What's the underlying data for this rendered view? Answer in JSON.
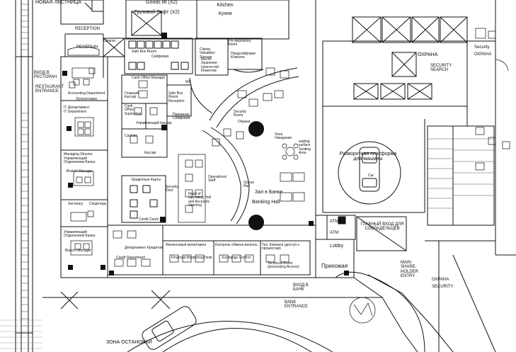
{
  "labels": {
    "new_stair": "НОВАЯ ЛЕСТНИЦА",
    "goods_lift_en": "Goods lift (X2)",
    "goods_lift_ru": "Грузовой Лифт (X2)",
    "kitchen_en": "Kitchen",
    "kitchen_ru": "Кухня",
    "reception_en": "RECEPTION",
    "reception_ru": "РЕСЕПШН",
    "cleaner": "Cleaner",
    "safe_box_room": "Safe Box Room",
    "safes_ru": "Сейфовая",
    "clients_valuables_en": "Clients Valuables Storage",
    "clients_valuables_ru": "Место Хранения Ценностей Клиентов",
    "pre_depository_en": "Pre-depository Room",
    "pre_depository_ru": "Предсейфовая Комната",
    "security_small_en": "Security",
    "security_small_ru": "Охрана",
    "security_top_en": "SECURITY",
    "security_top_ru": "ОХРАНА",
    "security_booth_ru": "ОХРАНА",
    "security_search_en": "SECURITY SEARCH",
    "entrance_restaurant_ru": "ВХОД В РЕСТОРАН",
    "entrance_restaurant_en": "RESTAURANT ENTRANCE",
    "accounting_en": "Accounting Department",
    "accounting_ru": "Бухгалтерия",
    "it_dept_ru": "IT Департамент",
    "it_dept_en": "IT Department",
    "managing_director_en": "Managing Director",
    "managing_director_ru": "Управляющий Отделением Банка",
    "branch_manager": "Branch Manager",
    "secretary_en": "Secretary",
    "secretary_ru": "Секретарь",
    "branch_manager_2_ru": "Управляющий Отделением Банка",
    "branch_manager_2_en": "Branch Manager",
    "cash_office_manager": "Cash Office Manager",
    "chief_cashier_ru": "Главный Кассир",
    "cash_office_supervisor": "Cash Office Supervisor",
    "supervising_cashier_ru": "Управляющий Кассир",
    "cashier_en": "Cashier",
    "cashier_ru": "Кассир",
    "safe_box_reception_en": "Safe Box Room Reception",
    "safe_box_reception_ru": "Приемная Сейфовой",
    "wc": "WC",
    "security_room_en": "Security Room",
    "security_room_ru": "Охрана",
    "waiting_zone_ru": "Зона Ожидания",
    "waiting_surface": "waiting surface Seating Area",
    "rotating_platform_ru": "Разворотная платформа для машины",
    "car": "Car",
    "credit_cards_ru": "Кредитные Карты",
    "credit_cards_en": "Credit Cards",
    "security_door_en": "Security Door",
    "operational_staff": "Operational Staff",
    "queue_rail": "Queue Rail",
    "head_of_lending": "Head of Operating Hall and Accounts Opening",
    "bank_hall_ru": "Зал в Банке",
    "banking_hall_en": "Banking Hall",
    "atm1": "ATM",
    "atm2": "ATM",
    "main_entrance_owners_ru": "ГЛАВНЫЙ ВХОД ДЛЯ СОВЛАДЕЛЬЦЕВ",
    "credit_dept_ru": "Департамент Кредитов",
    "credit_dept_en": "Credit Department",
    "fin_monitoring_ru": "Финансовый мониторинг",
    "fin_monitoring_en": "Financial Monitoring Desk",
    "exchange_control_ru": "Контроль обмена валюты",
    "exchange_control_en": "Exchange Control",
    "tech_room_ru": "Тех. Комната (доступ к процессам)",
    "tech_room_en": "Technical Room (processing Access)",
    "lobby_en": "Lobby",
    "lobby_ru": "Прихожая",
    "main_shareholder_entry": "MAIN SHARE-HOLDER ENTRY",
    "security_bottom_ru": "ОХРАНА",
    "security_bottom_en": "SECURITY",
    "bank_entrance_ru": "ВХОД В БАНК",
    "bank_entrance_en": "BANK ENTRANCE",
    "stop_zone_ru": "ЗОНА ОСТАНОВКИ"
  }
}
